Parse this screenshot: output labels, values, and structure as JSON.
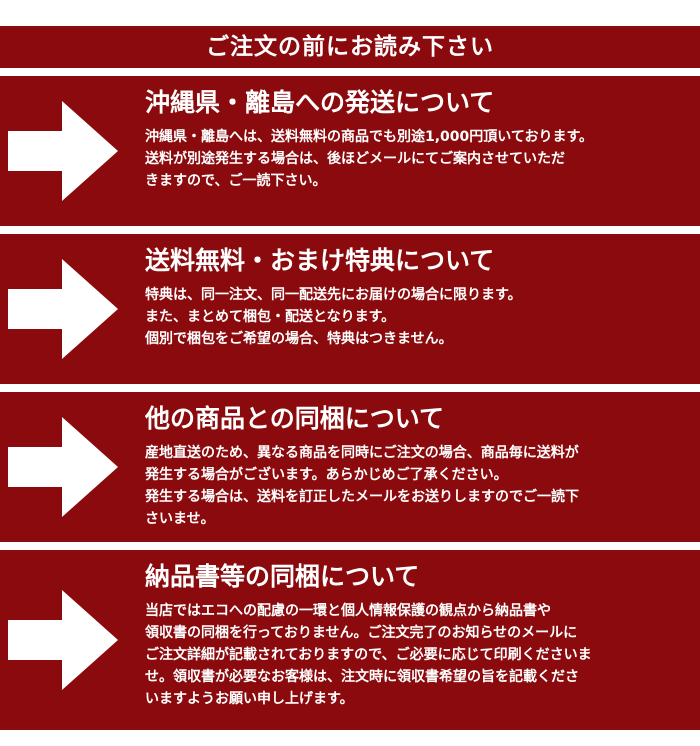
{
  "banner": {
    "title": "ご注文の前にお読み下さい"
  },
  "colors": {
    "section_background": "#8a0a0d",
    "text": "#ffffff",
    "arrow": "#ffffff"
  },
  "sections": [
    {
      "icon": "arrow-right-icon",
      "heading": "沖縄県・離島への発送について",
      "lines": [
        "沖縄県・離島へは、送料無料の商品でも別途1,000円頂いております。",
        "送料が別途発生する場合は、後ほどメールにてご案内させていただ",
        "きますので、ご一読下さい。"
      ]
    },
    {
      "icon": "arrow-right-icon",
      "heading": "送料無料・おまけ特典について",
      "lines": [
        "特典は、同一注文、同一配送先にお届けの場合に限ります。",
        "また、まとめて梱包・配送となります。",
        "個別で梱包をご希望の場合、特典はつきません。"
      ]
    },
    {
      "icon": "arrow-right-icon",
      "heading": "他の商品との同梱について",
      "lines": [
        "産地直送のため、異なる商品を同時にご注文の場合、商品毎に送料が",
        "発生する場合がございます。あらかじめご了承ください。",
        "発生する場合は、送料を訂正したメールをお送りしますのでご一読下",
        "さいませ。"
      ]
    },
    {
      "icon": "arrow-right-icon",
      "heading": "納品書等の同梱について",
      "lines": [
        "当店ではエコへの配慮の一環と個人情報保護の観点から納品書や",
        "領収書の同梱を行っておりません。ご注文完了のお知らせのメールに",
        "ご注文詳細が記載されておりますので、ご必要に応じて印刷くださいま",
        "せ。領収書が必要なお客様は、注文時に領収書希望の旨を記載くださ",
        "いますようお願い申し上げます。"
      ]
    }
  ]
}
